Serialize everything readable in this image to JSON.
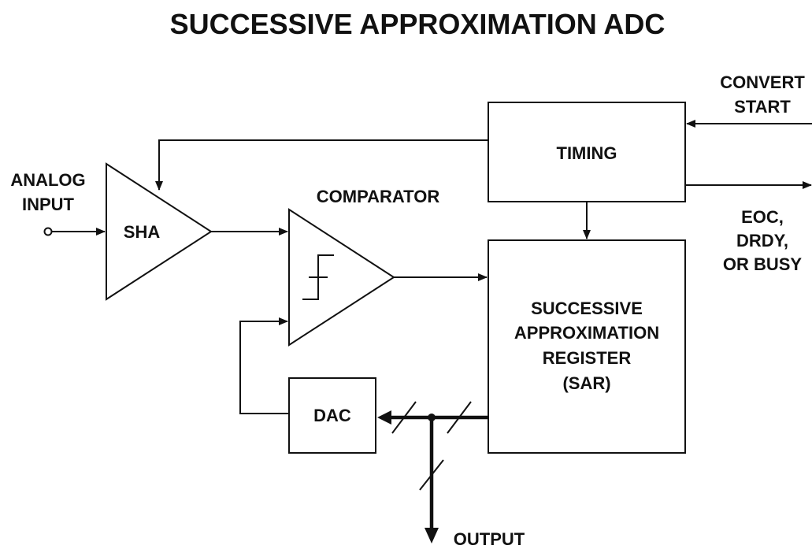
{
  "title": "SUCCESSIVE APPROXIMATION ADC",
  "blocks": {
    "timing": "TIMING",
    "sha": "SHA",
    "dac": "DAC",
    "comparator": "COMPARATOR",
    "sar_lines": [
      "SUCCESSIVE",
      "APPROXIMATION",
      "REGISTER",
      "(SAR)"
    ]
  },
  "signals": {
    "analog_input": [
      "ANALOG",
      "INPUT"
    ],
    "convert_start": [
      "CONVERT",
      "START"
    ],
    "status": [
      "EOC,",
      "DRDY,",
      "OR BUSY"
    ],
    "output": "OUTPUT"
  },
  "colors": {
    "line": "#111111",
    "background": "#ffffff"
  }
}
